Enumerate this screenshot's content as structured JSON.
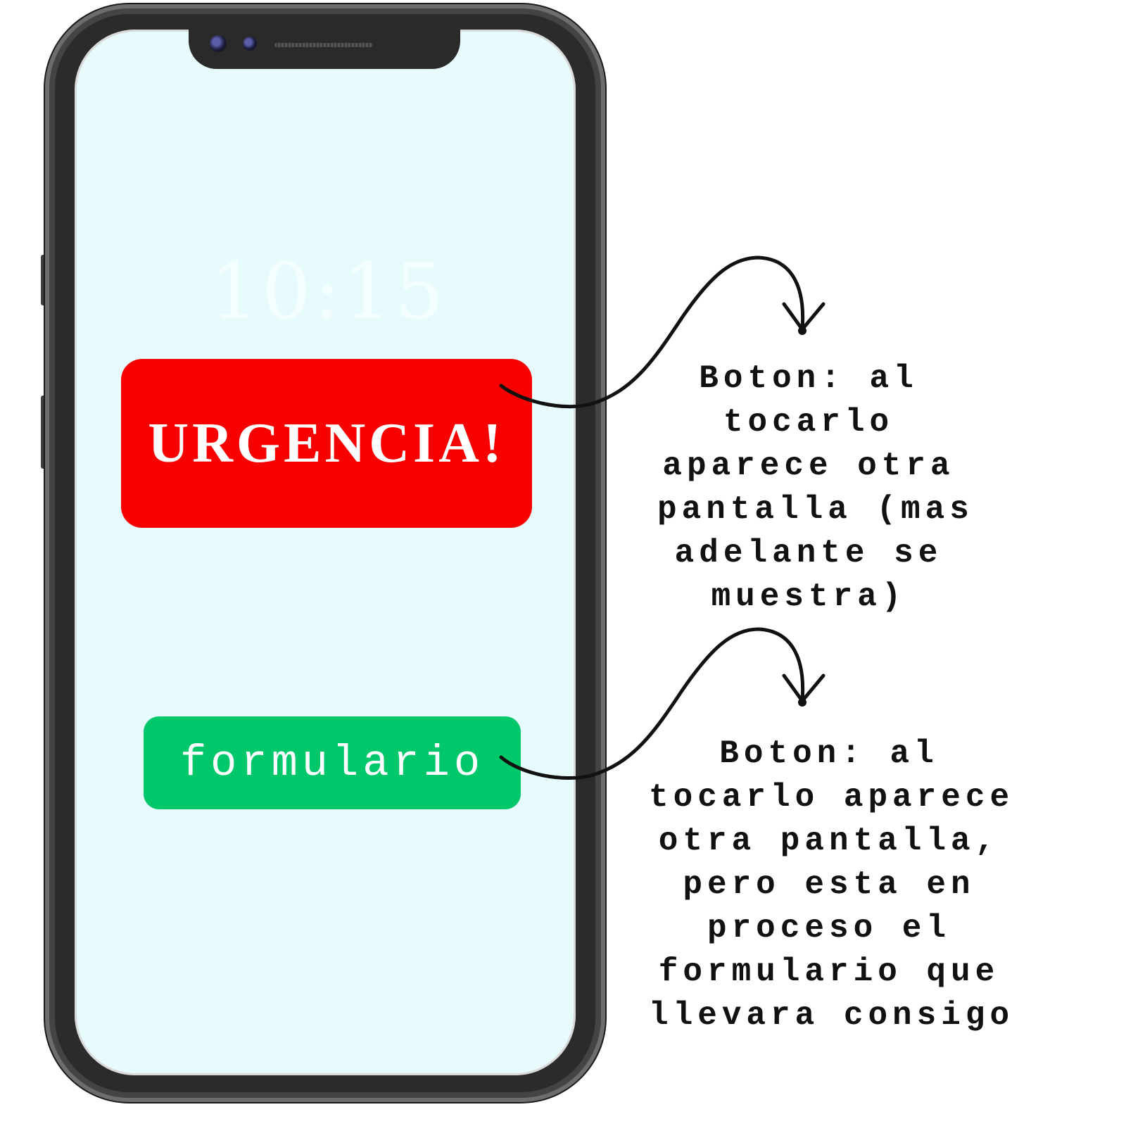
{
  "screen": {
    "clock": "10:15",
    "emergency_button_label": "URGENCIA!",
    "form_button_label": "formulario"
  },
  "annotations": {
    "emergency_note": [
      "Boton: al",
      "tocarlo",
      "aparece otra",
      "pantalla (mas",
      "adelante se",
      "muestra)"
    ],
    "form_note": [
      "Boton: al",
      "tocarlo aparece",
      "otra pantalla,",
      "pero esta en",
      "proceso el",
      "formulario que",
      "llevara consigo"
    ]
  },
  "colors": {
    "emergency_button": "#f90000",
    "form_button": "#00c86a",
    "screen_background": "#e7fbfd",
    "phone_frame": "#2b2b2b"
  },
  "icons": [
    "front-camera-icon",
    "earpiece-speaker-icon",
    "curved-arrow-icon"
  ]
}
